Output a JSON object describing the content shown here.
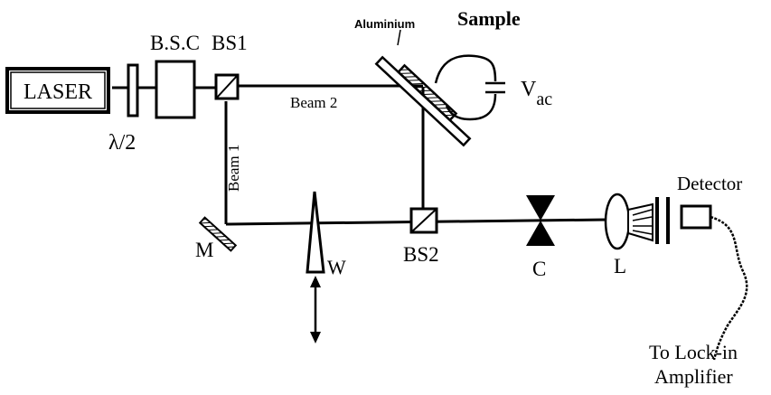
{
  "labels": {
    "laser": "LASER",
    "half_wave": "λ/2",
    "bsc": "B.S.C",
    "bs1": "BS1",
    "aluminium": "Aluminium",
    "sample": "Sample",
    "vac_main": "V",
    "vac_sub": "ac",
    "beam2": "Beam 2",
    "beam1": "Beam 1",
    "mirror": "M",
    "wedge": "W",
    "bs2": "BS2",
    "chopper": "C",
    "lens": "L",
    "detector": "Detector",
    "lockin_line1": "To Lock-in",
    "lockin_line2": "Amplifier"
  }
}
